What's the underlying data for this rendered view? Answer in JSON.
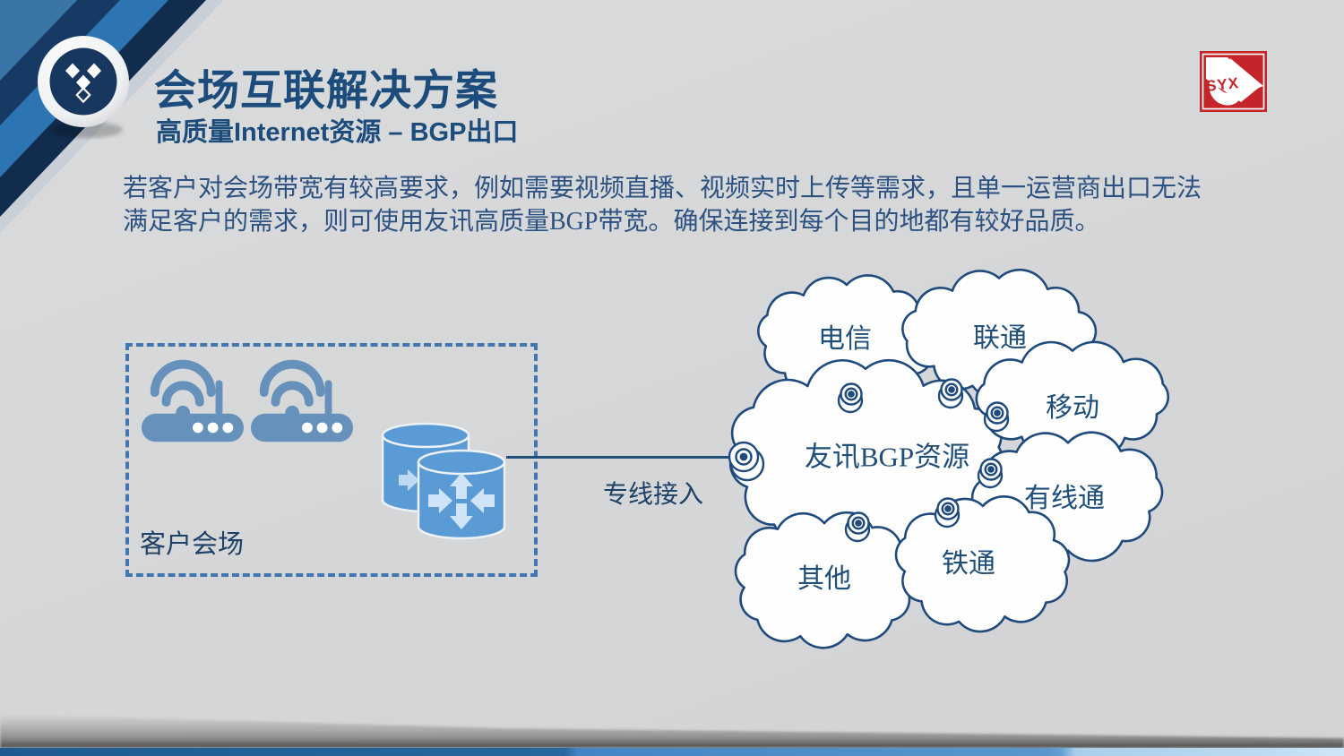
{
  "header": {
    "title": "会场互联解决方案",
    "subtitle": "高质量Internet资源 – BGP出口"
  },
  "logo": {
    "text": "SYX"
  },
  "body": {
    "line1": "若客户对会场带宽有较高要求，例如需要视频直播、视频实时上传等需求，且单一运营商出口无法",
    "line2": "满足客户的需求，则可使用友讯高质量BGP带宽。确保连接到每个目的地都有较好品质。"
  },
  "diagram": {
    "venue_label": "客户会场",
    "line_label": "专线接入",
    "clouds": {
      "telecom": "电信",
      "unicom": "联通",
      "mobile": "移动",
      "bgp_center": "友讯BGP资源",
      "cable": "有线通",
      "tietong": "铁通",
      "other": "其他"
    }
  },
  "colors": {
    "title_blue": "#1c4c7c",
    "cloud_outline": "#1f4a7c",
    "router_blue": "#6691bb",
    "cylinder_blue": "#5b9bd5",
    "logo_red": "#c4252b",
    "dashed_border": "#4176ae",
    "line_navy": "#1f4e79"
  }
}
